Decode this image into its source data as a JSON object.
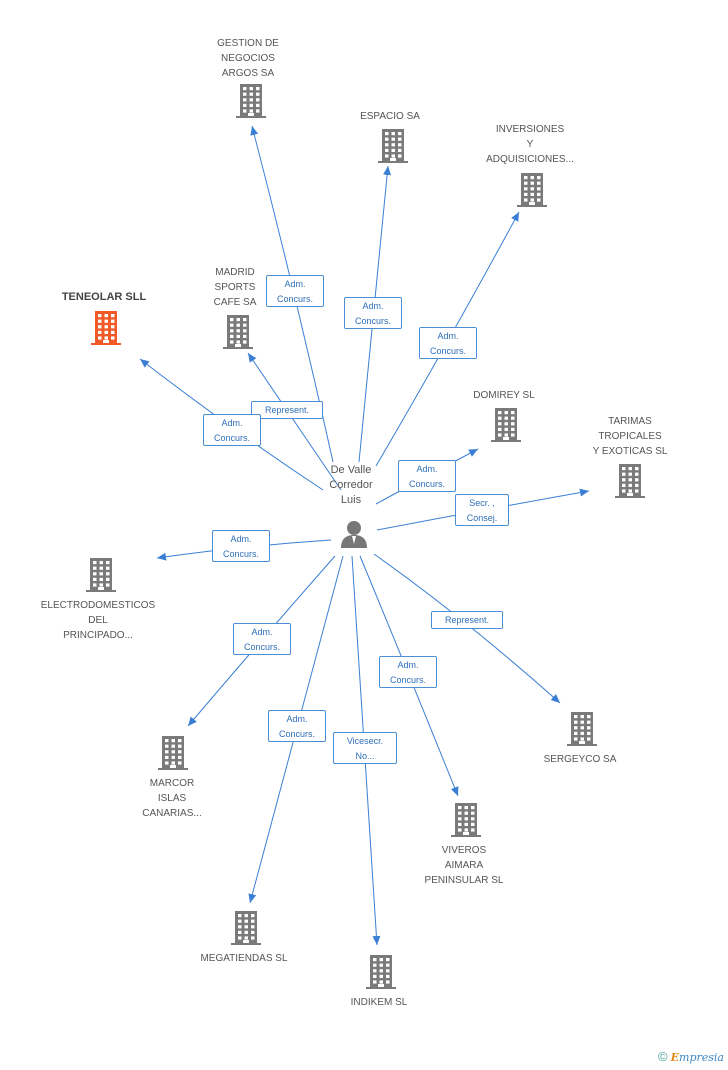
{
  "center": {
    "name": "De Valle\nCorredor\nLuis",
    "icon": "person-icon"
  },
  "colors": {
    "edge": "#3a7fd4",
    "building": "#7a7a7a",
    "highlight": "#f05a28"
  },
  "companies": [
    {
      "id": "gestion",
      "label": "GESTION DE\nNEGOCIOS\nARGOS SA"
    },
    {
      "id": "espacio",
      "label": "ESPACIO SA"
    },
    {
      "id": "inversiones",
      "label": "INVERSIONES\nY\nADQUISICIONES..."
    },
    {
      "id": "madrid",
      "label": "MADRID\nSPORTS\nCAFE SA"
    },
    {
      "id": "teneolar",
      "label": "TENEOLAR SLL",
      "highlight": true
    },
    {
      "id": "domirey",
      "label": "DOMIREY SL"
    },
    {
      "id": "tarimas",
      "label": "TARIMAS\nTROPICALES\nY EXOTICAS SL"
    },
    {
      "id": "electro",
      "label": "ELECTRODOMESTICOS\nDEL\nPRINCIPADO..."
    },
    {
      "id": "sergeyco",
      "label": "SERGEYCO SA"
    },
    {
      "id": "marcor",
      "label": "MARCOR\nISLAS\nCANARIAS..."
    },
    {
      "id": "viveros",
      "label": "VIVEROS\nAIMARA\nPENINSULAR SL"
    },
    {
      "id": "megatiendas",
      "label": "MEGATIENDAS SL"
    },
    {
      "id": "indikem",
      "label": "INDIKEM SL"
    }
  ],
  "relations": [
    {
      "to": "gestion",
      "label": "Adm.\nConcurs."
    },
    {
      "to": "espacio",
      "label": "Adm.\nConcurs."
    },
    {
      "to": "inversiones",
      "label": "Adm.\nConcurs."
    },
    {
      "to": "madrid",
      "label": "Represent."
    },
    {
      "to": "teneolar",
      "label": "Adm.\nConcurs."
    },
    {
      "to": "domirey",
      "label": "Adm.\nConcurs."
    },
    {
      "to": "tarimas",
      "label": "Secr. ,\nConsej."
    },
    {
      "to": "electro",
      "label": "Adm.\nConcurs."
    },
    {
      "to": "sergeyco",
      "label": "Represent."
    },
    {
      "to": "marcor",
      "label": "Adm.\nConcurs."
    },
    {
      "to": "viveros",
      "label": "Adm.\nConcurs."
    },
    {
      "to": "megatiendas",
      "label": "Adm.\nConcurs."
    },
    {
      "to": "indikem",
      "label": "Vicesecr.\nNo..."
    }
  ],
  "footer": {
    "copyright": "©",
    "brand_initial": "E",
    "brand_rest": "mpresia"
  }
}
